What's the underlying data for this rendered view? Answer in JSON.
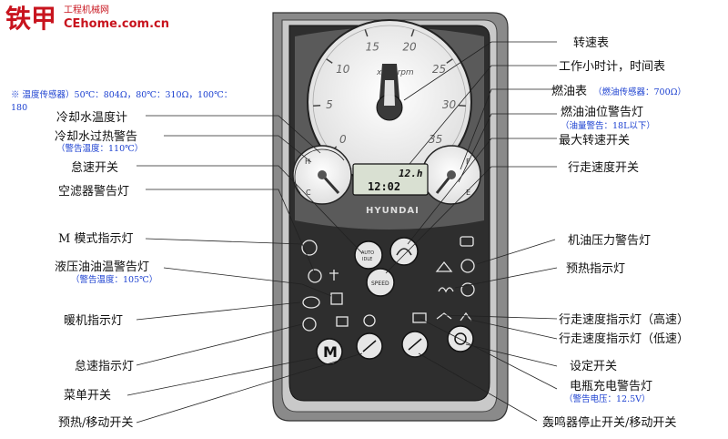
{
  "watermark": {
    "brand": "铁甲",
    "site_cn": "工程机械网",
    "site_url": "CEhome.com.cn"
  },
  "gauge": {
    "unit": "x100rpm",
    "ticks": [
      "0",
      "5",
      "10",
      "15",
      "20",
      "25",
      "30",
      "35"
    ],
    "brand": "HYUNDAI"
  },
  "lcd": {
    "hours": "12.h",
    "time": "12:02"
  },
  "buttons": {
    "auto_idle": "AUTO\nIDLE",
    "speed": "SPEED",
    "m": "M"
  },
  "labels_left": [
    "冷却水温度计",
    "冷却水过热警告",
    "怠速开关",
    "空滤器警告灯",
    "M 模式指示灯",
    "液压油油温警告灯",
    "暖机指示灯",
    "怠速指示灯",
    "菜单开关",
    "预热/移动开关"
  ],
  "labels_right": [
    "转速表",
    "工作小时计，时间表",
    "燃油表",
    "燃油油位警告灯",
    "最大转速开关",
    "行走速度开关",
    "机油压力警告灯",
    "预热指示灯",
    "行走速度指示灯（高速）",
    "行走速度指示灯（低速）",
    "设定开关",
    "电瓶充电警告灯",
    "轰鸣器停止开关/移动开关"
  ],
  "notes": {
    "temp_sensor": "※ 温度传感器）50℃：804Ω，80℃：310Ω，100℃：",
    "temp_sensor_cont": "180",
    "coolant_overheat": "（警告温度：110℃）",
    "hyd_oil": "（警告温度：105℃）",
    "fuel_sensor": "（燃油传感器：700Ω）",
    "fuel_level": "（油量警告：18L以下）",
    "battery": "（警告电压：12.5V）"
  },
  "colors": {
    "panel_dark": "#2f2f2f",
    "panel_mid": "#6a6a6a",
    "gauge_face": "#f2f2f2",
    "note_blue": "#1a3fd0",
    "wm_red": "#c8141e"
  }
}
